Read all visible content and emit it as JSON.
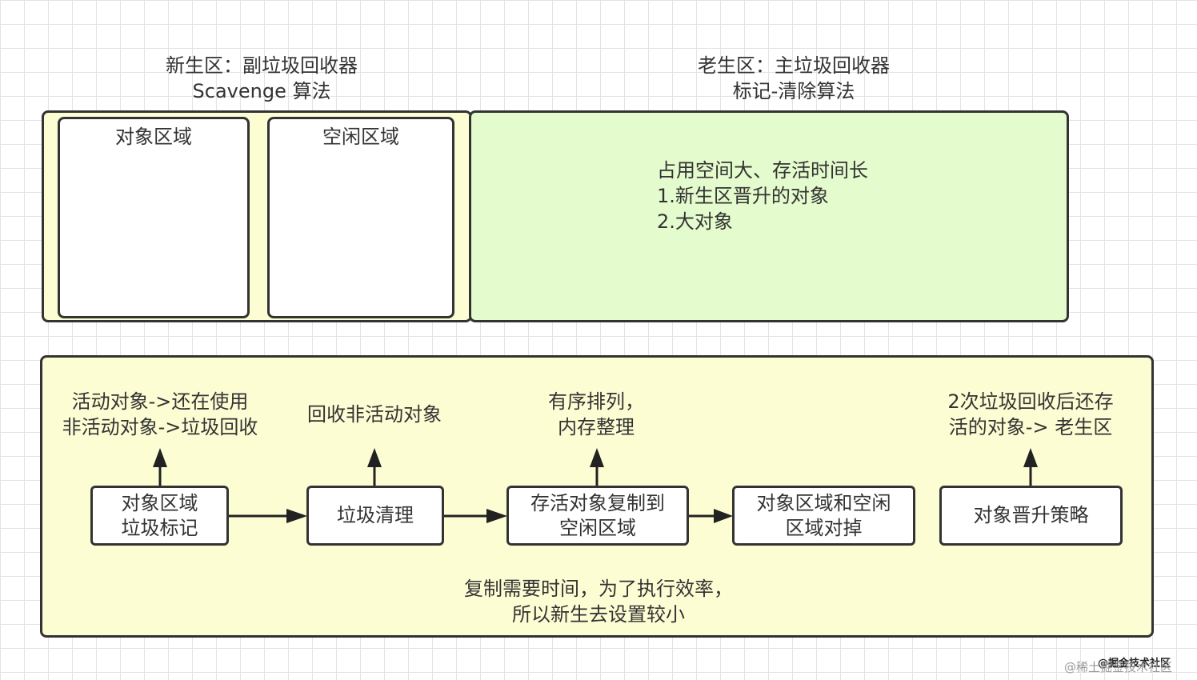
{
  "new_gen": {
    "title_line1": "新生区：副垃圾回收器",
    "title_line2": "Scavenge 算法",
    "object_area": "对象区域",
    "free_area": "空闲区域"
  },
  "old_gen": {
    "title_line1": "老生区：主垃圾回收器",
    "title_line2": "标记-清除算法",
    "line1": "占用空间大、存活时间长",
    "line2": "1.新生区晋升的对象",
    "line3": "2.大对象"
  },
  "process": {
    "steps": [
      {
        "line1": "对象区域",
        "line2": "垃圾标记"
      },
      {
        "line1": "垃圾清理",
        "line2": ""
      },
      {
        "line1": "存活对象复制到",
        "line2": "空闲区域"
      },
      {
        "line1": "对象区域和空闲",
        "line2": "区域对掉"
      },
      {
        "line1": "对象晋升策略",
        "line2": ""
      }
    ],
    "notes": [
      {
        "line1": "活动对象->还在使用",
        "line2": "非活动对象->垃圾回收"
      },
      {
        "line1": "回收非活动对象",
        "line2": ""
      },
      {
        "line1": "有序排列，",
        "line2": "内存整理"
      },
      {
        "line1": "2次垃圾回收后还存",
        "line2": "活的对象-> 老生区"
      }
    ],
    "bottom_line1": "复制需要时间，为了执行效率，",
    "bottom_line2": "所以新生去设置较小"
  },
  "watermark": {
    "text1": "@稀土掘金技术社区",
    "text2": "@掘金技术社区"
  }
}
